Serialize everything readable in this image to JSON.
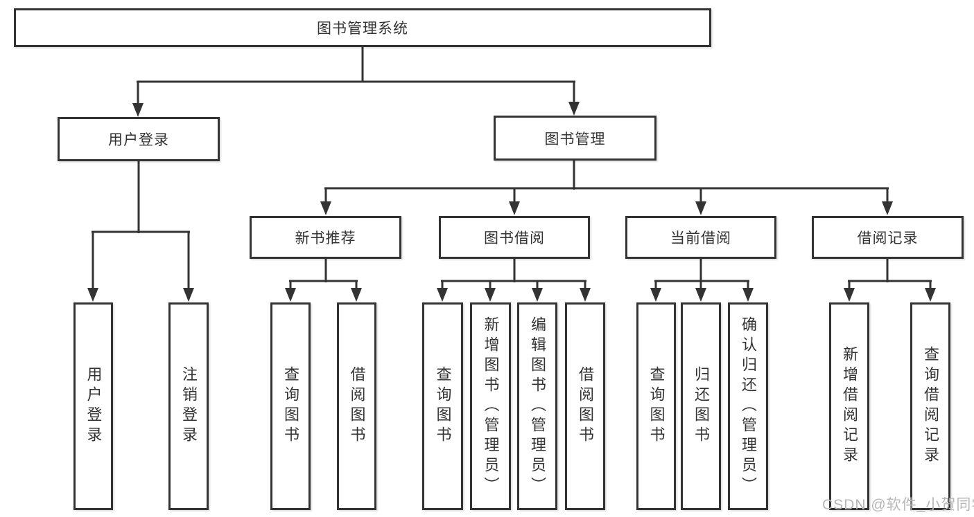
{
  "colors": {
    "background": "#ffffff",
    "line": "#333333",
    "text": "#333333",
    "watermark": "#b7b7b7"
  },
  "tree": {
    "label": "图书管理系统",
    "children": [
      {
        "label": "用户登录",
        "children": [
          {
            "label": "用户登录"
          },
          {
            "label": "注销登录"
          }
        ]
      },
      {
        "label": "图书管理",
        "children": [
          {
            "label": "新书推荐",
            "children": [
              {
                "label": "查询图书"
              },
              {
                "label": "借阅图书"
              }
            ]
          },
          {
            "label": "图书借阅",
            "children": [
              {
                "label": "查询图书"
              },
              {
                "label": "新增图书（管理员）"
              },
              {
                "label": "编辑图书（管理员）"
              },
              {
                "label": "借阅图书"
              }
            ]
          },
          {
            "label": "当前借阅",
            "children": [
              {
                "label": "查询图书"
              },
              {
                "label": "归还图书"
              },
              {
                "label": "确认归还（管理员）"
              }
            ]
          },
          {
            "label": "借阅记录",
            "children": [
              {
                "label": "新增借阅记录"
              },
              {
                "label": "查询借阅记录"
              }
            ]
          }
        ]
      }
    ]
  },
  "watermark": {
    "text": "CSDN @软件_小贺同学"
  }
}
